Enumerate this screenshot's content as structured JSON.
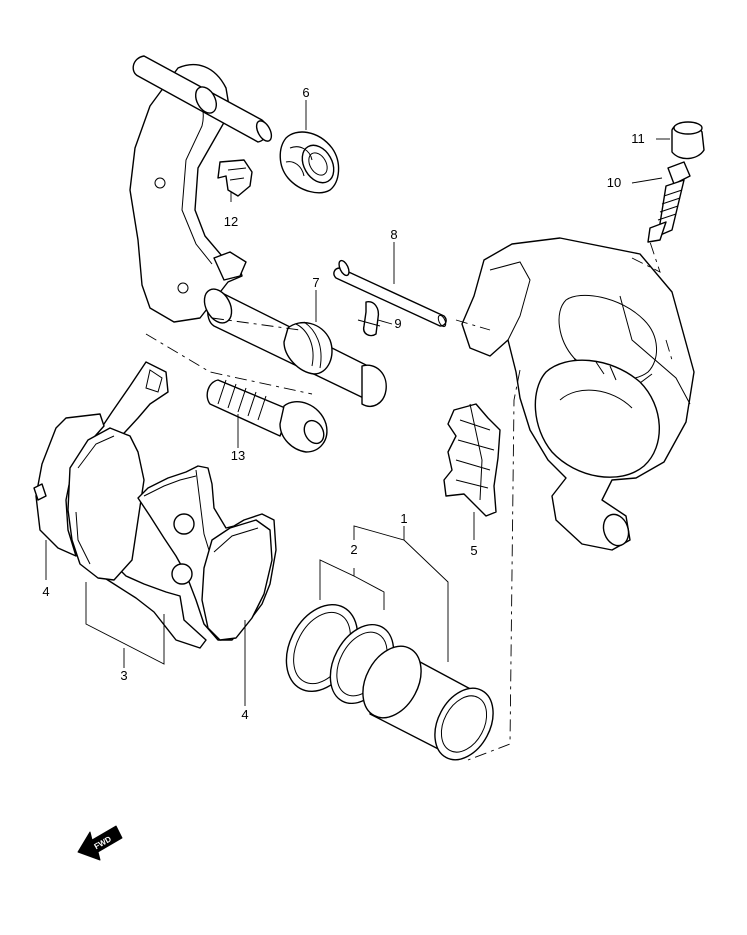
{
  "callouts": [
    {
      "id": "c6",
      "text": "6"
    },
    {
      "id": "c11",
      "text": "11"
    },
    {
      "id": "c10",
      "text": "10"
    },
    {
      "id": "c12",
      "text": "12"
    },
    {
      "id": "c8",
      "text": "8"
    },
    {
      "id": "c7",
      "text": "7"
    },
    {
      "id": "c9",
      "text": "9"
    },
    {
      "id": "c13",
      "text": "13"
    },
    {
      "id": "c1",
      "text": "1"
    },
    {
      "id": "c2",
      "text": "2"
    },
    {
      "id": "c5",
      "text": "5"
    },
    {
      "id": "c4a",
      "text": "4"
    },
    {
      "id": "c3",
      "text": "3"
    },
    {
      "id": "c4b",
      "text": "4"
    }
  ],
  "fwd_badge": "FWD",
  "colors": {
    "line": "#000000",
    "fill": "#ffffff"
  }
}
